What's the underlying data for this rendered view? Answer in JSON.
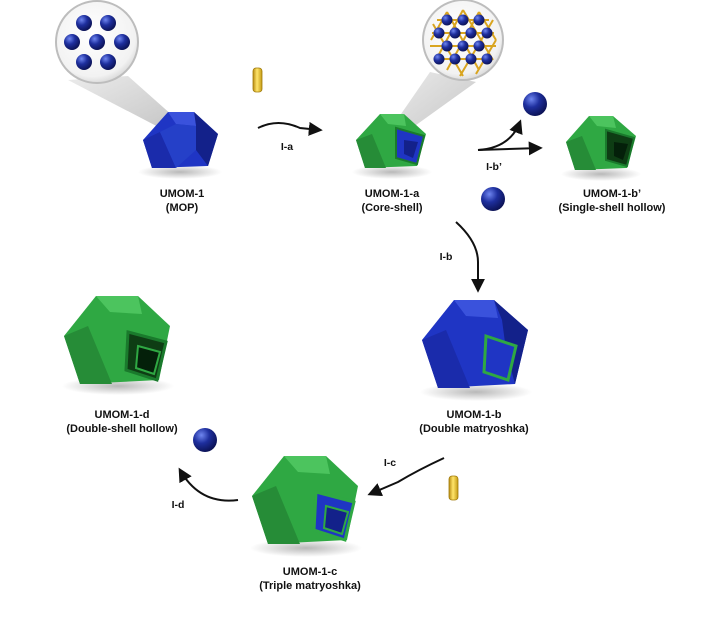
{
  "colors": {
    "mop_blue": "#1f33b8",
    "mof_green": "#2a9e3c",
    "linker_yellow": "#e8c22a",
    "ball_blue": "#14248a"
  },
  "crystals": {
    "umom1": {
      "name": "UMOM-1",
      "desc": "(MOP)"
    },
    "umom1a": {
      "name": "UMOM-1-a",
      "desc": "(Core-shell)"
    },
    "umom1bp": {
      "name": "UMOM-1-b’",
      "desc": "(Single-shell hollow)"
    },
    "umom1b": {
      "name": "UMOM-1-b",
      "desc": "(Double matryoshka)"
    },
    "umom1c": {
      "name": "UMOM-1-c",
      "desc": "(Triple matryoshka)"
    },
    "umom1d": {
      "name": "UMOM-1-d",
      "desc": "(Double-shell hollow)"
    }
  },
  "steps": {
    "ia": "I-a",
    "ibp": "I-b’",
    "ib": "I-b",
    "ic": "I-c",
    "id": "I-d"
  },
  "icons": {
    "linker": "yellow-linker-rod-icon",
    "mop": "blue-mop-sphere-icon",
    "zoom": "magnifier-bubble-icon"
  }
}
